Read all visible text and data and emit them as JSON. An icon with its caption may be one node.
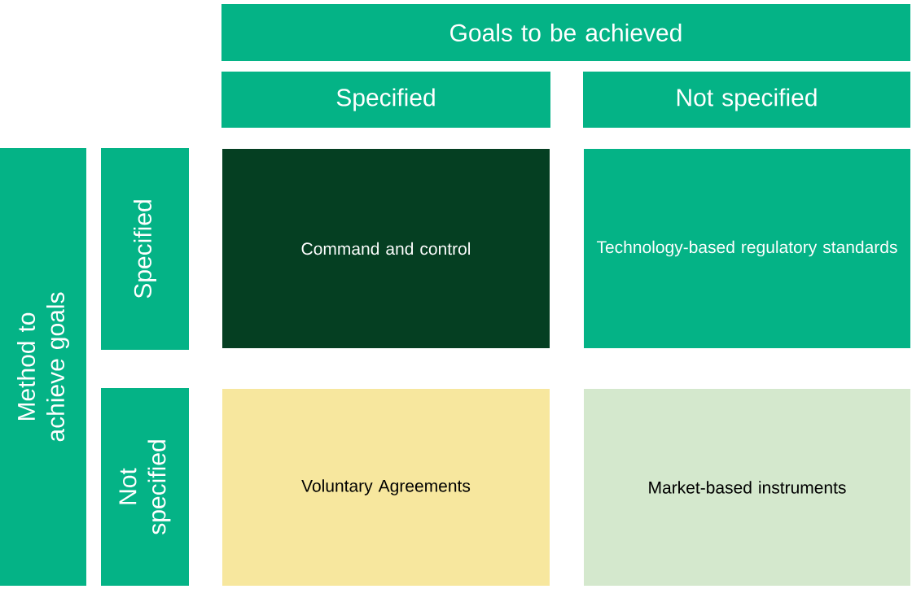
{
  "diagram": {
    "nodes": [
      {
        "text": [
          "Goals to be achieved"
        ]
      },
      {
        "text": [
          "Specified"
        ]
      },
      {
        "text": [
          "Not specified"
        ]
      },
      {
        "text": [
          "Method to achieve goals"
        ]
      },
      {
        "text": [
          "Specified"
        ]
      },
      {
        "text": [
          "Not specified"
        ]
      },
      {
        "text": [
          "Command and control"
        ]
      },
      {
        "text": [
          "Technology-based regulatory standards"
        ]
      },
      {
        "text": [
          "Voluntary Agreements"
        ]
      },
      {
        "text": [
          "Market-based instruments"
        ]
      }
    ]
  }
}
